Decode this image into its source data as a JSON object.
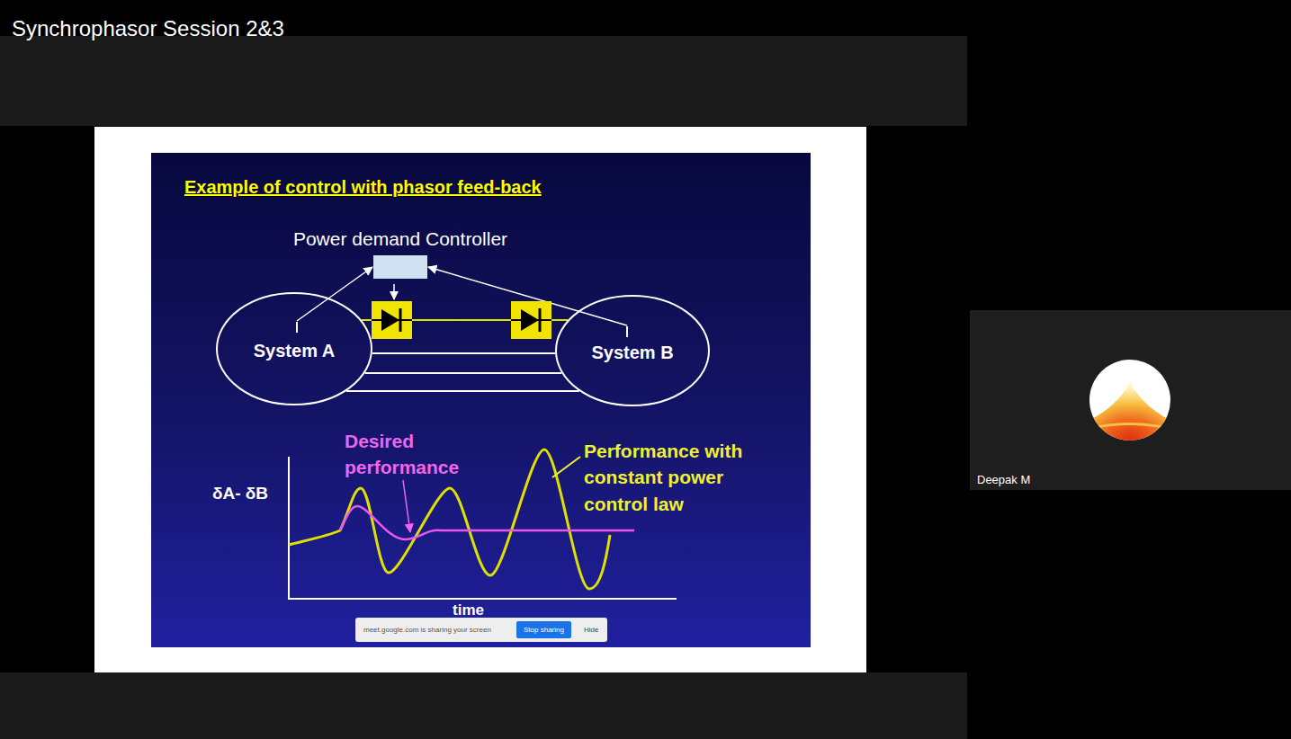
{
  "diagram": {
    "title": "Example of control with phasor feed-back",
    "nodes": [
      {
        "text": [
          "Power demand Controller"
        ]
      },
      {
        "text": [
          "System A"
        ]
      },
      {
        "text": [
          "System B"
        ]
      }
    ],
    "edges": [
      {
        "from": 1,
        "to": 0,
        "arrow": "to"
      },
      {
        "from": 2,
        "to": 0,
        "arrow": "to"
      },
      {
        "from": 1,
        "to": 2,
        "arrow": "none"
      },
      {
        "from": 1,
        "to": 2,
        "arrow": "none"
      },
      {
        "from": 1,
        "to": 2,
        "arrow": "none"
      },
      {
        "from": 1,
        "to": 2,
        "arrow": "none"
      }
    ],
    "labels": [
      "Synchrophasor Session 2&3",
      "δA- δB",
      "Desired performance",
      "Performance with constant power control law",
      "time",
      "meet.google.com is sharing your screen",
      "Stop sharing",
      "Hide",
      "Deepak M"
    ]
  }
}
